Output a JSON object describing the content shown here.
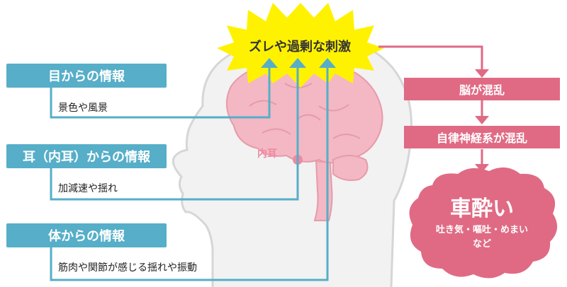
{
  "stimulus": {
    "label": "ズレや過剰な刺激"
  },
  "inputs": [
    {
      "label": "目からの情報",
      "detail": "景色や風景"
    },
    {
      "label": "耳（内耳）からの情報",
      "detail": "加減速や揺れ"
    },
    {
      "label": "体からの情報",
      "detail": "筋肉や関節が感じる揺れや振動"
    }
  ],
  "head": {
    "inner_ear_label": "内耳"
  },
  "flow": [
    {
      "label": "脳が混乱"
    },
    {
      "label": "自律神経系が混乱"
    }
  ],
  "result": {
    "title": "車酔い",
    "symptoms_line1": "吐き気・嘔吐・めまい",
    "symptoms_line2": "など"
  },
  "colors": {
    "info_blue": "#56aec8",
    "flow_pink": "#e06a84",
    "burst_yellow": "#fff200",
    "head_outline": "#d9d9d9",
    "brain_pink": "#f3b8c4"
  }
}
